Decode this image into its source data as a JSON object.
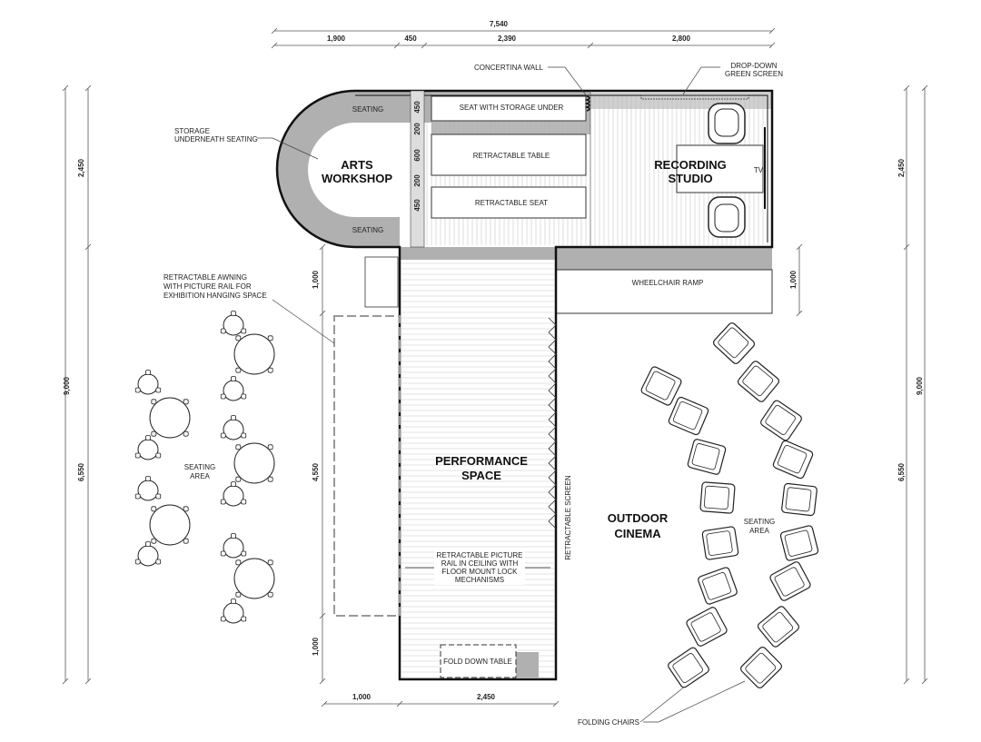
{
  "dimensions": {
    "top_total": "7,540",
    "top_1": "1,900",
    "top_2": "450",
    "top_3": "2,390",
    "top_4": "2,800",
    "left_outer": "9,000",
    "left_top": "2,450",
    "left_bottom": "6,550",
    "right_outer": "9,000",
    "right_top": "2,450",
    "right_bottom": "6,550",
    "inner_1": "1,000",
    "inner_2": "4,550",
    "inner_3": "1,000",
    "ramp": "1,000",
    "bottom_1": "1,000",
    "bottom_2": "2,450",
    "strip": [
      "450",
      "200",
      "600",
      "200",
      "450"
    ]
  },
  "rooms": {
    "arts": [
      "ARTS",
      "WORKSHOP"
    ],
    "recording": [
      "RECORDING",
      "STUDIO"
    ],
    "performance": [
      "PERFORMANCE",
      "SPACE"
    ],
    "cinema": [
      "OUTDOOR",
      "CINEMA"
    ]
  },
  "labels": {
    "seating_top": "SEATING",
    "seating_bottom": "SEATING",
    "seat_storage": "SEAT WITH STORAGE UNDER",
    "retract_table": "RETRACTABLE TABLE",
    "retract_seat": "RETRACTABLE SEAT",
    "tv": "TV",
    "wheelchair": "WHEELCHAIR RAMP",
    "fold_table": "FOLD DOWN TABLE",
    "retract_screen": "RETRACTABLE SCREEN",
    "concertina": "CONCERTINA WALL",
    "green_screen": [
      "DROP-DOWN",
      "GREEN SCREEN"
    ],
    "storage": [
      "STORAGE",
      "UNDERNEATH SEATING"
    ],
    "awning": [
      "RETRACTABLE AWNING",
      "WITH PICTURE RAIL FOR",
      "EXHIBITION HANGING SPACE"
    ],
    "picture_rail": [
      "RETRACTABLE PICTURE",
      "RAIL IN CEILING WITH",
      "FLOOR MOUNT LOCK",
      "MECHANISMS"
    ],
    "seating_area_left": [
      "SEATING",
      "AREA"
    ],
    "seating_area_right": [
      "SEATING",
      "AREA"
    ],
    "folding_chairs": "FOLDING CHAIRS"
  }
}
